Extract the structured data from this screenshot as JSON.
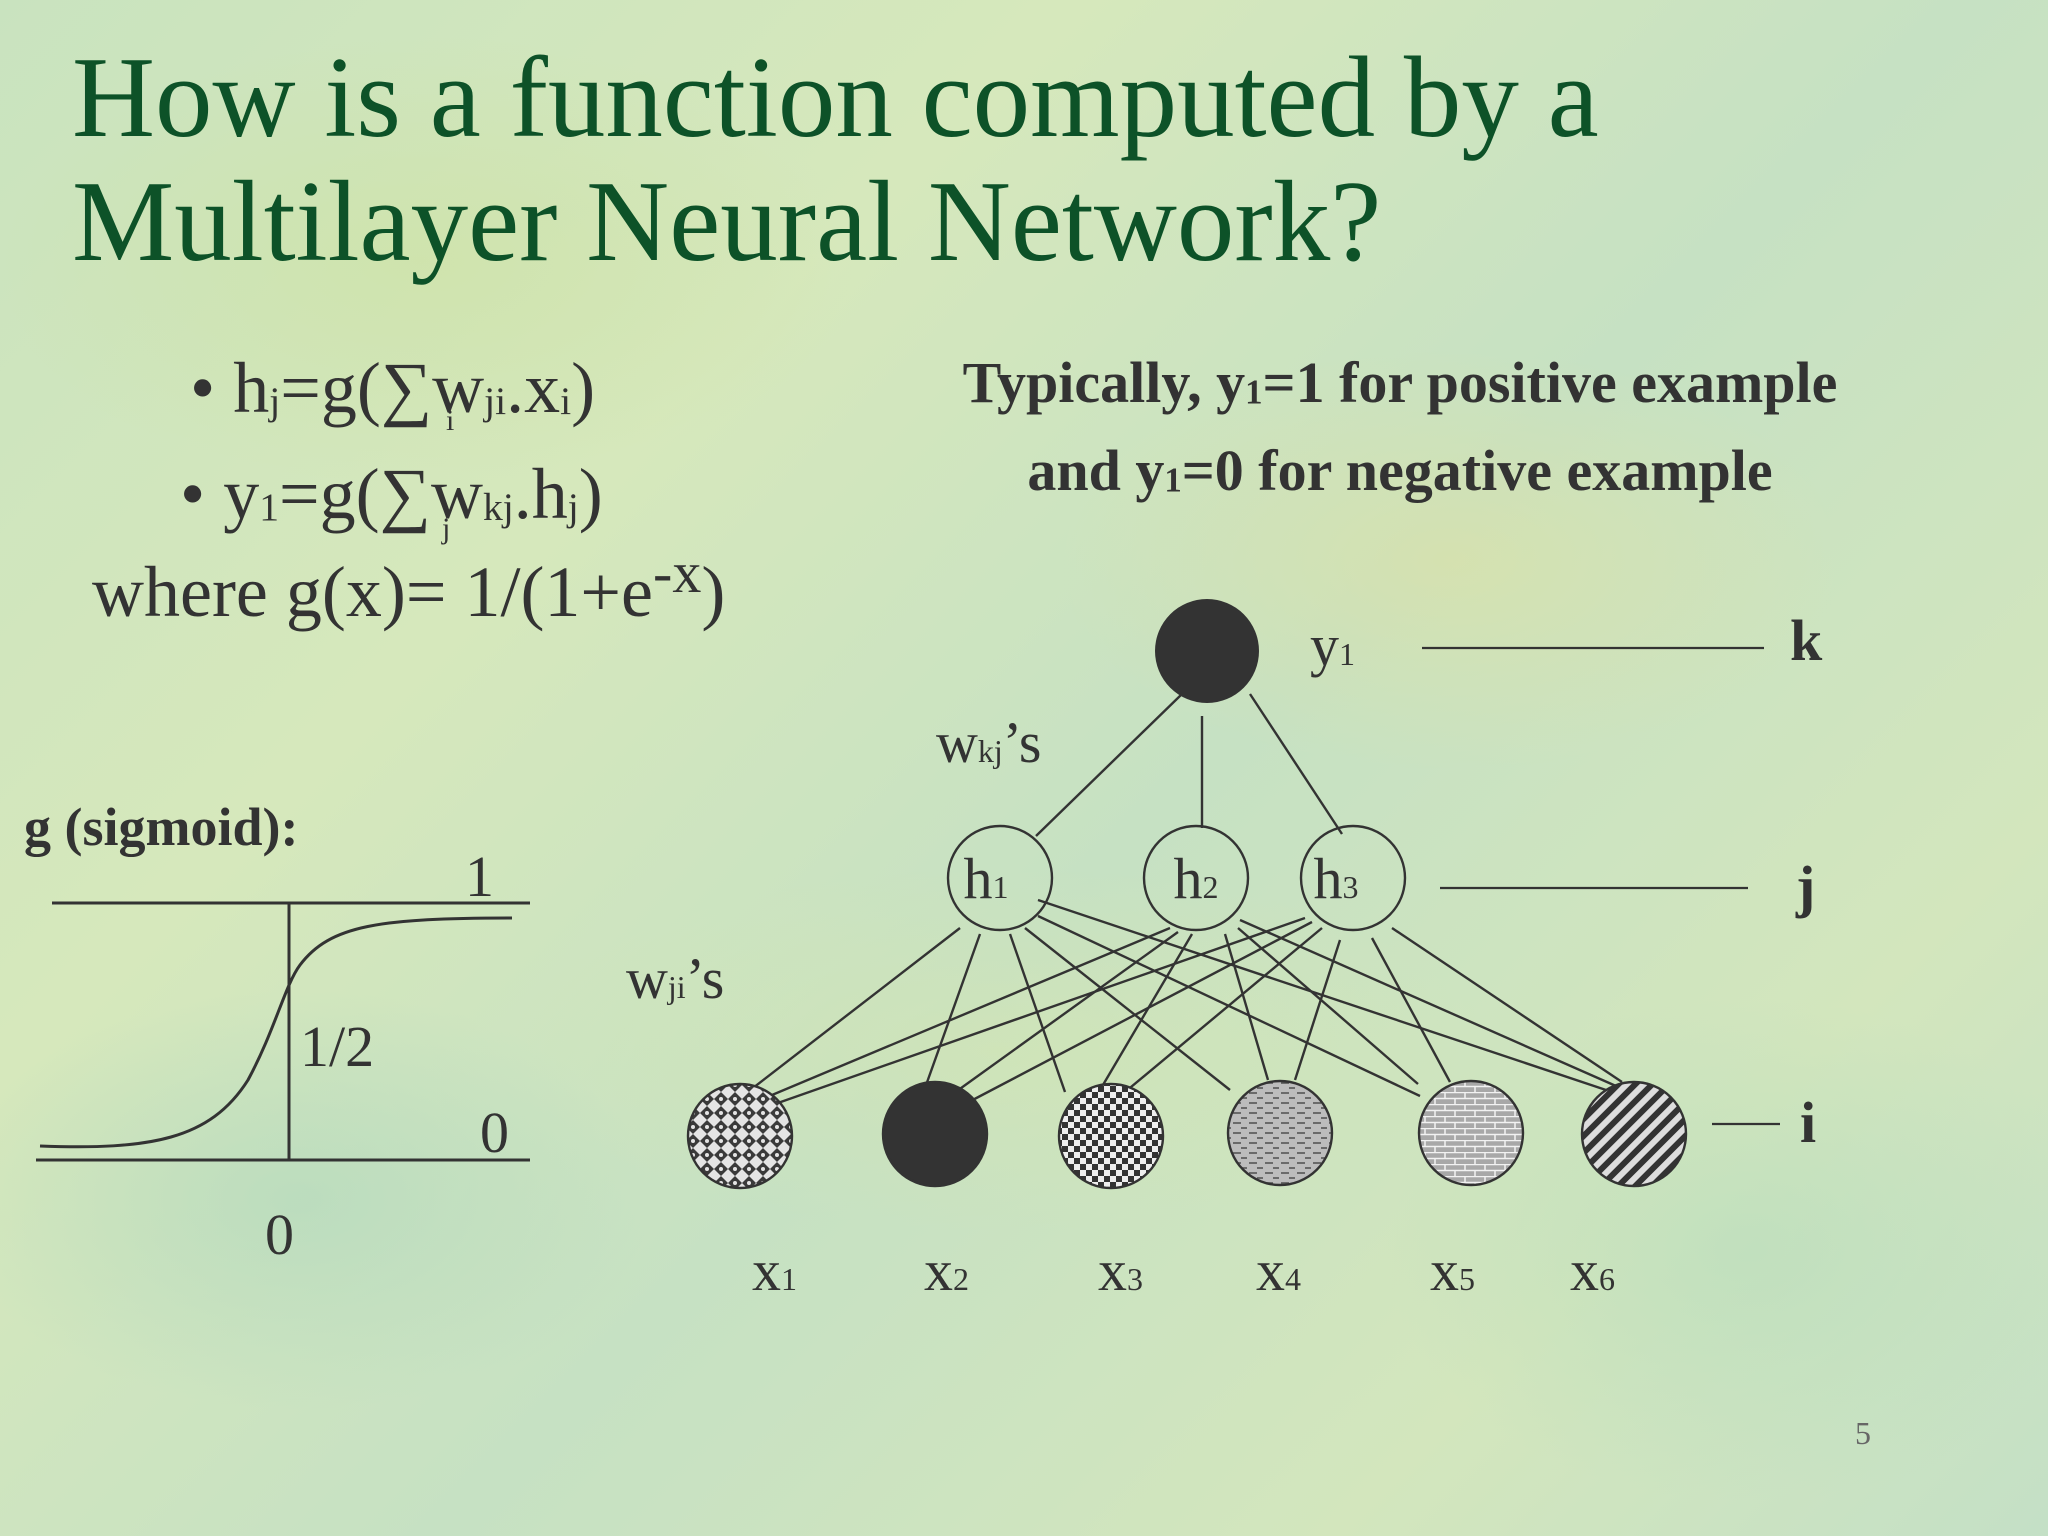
{
  "slide": {
    "title_line1": "How is a function computed by a",
    "title_line2": "Multilayer Neural Network?",
    "page_number": "5"
  },
  "formulas": {
    "f1": {
      "bullet": "•",
      "a": "h",
      "a_sub": "j",
      "b": "=g(",
      "sigma": "∑",
      "c": "w",
      "c_sub": "ji",
      "d": ".x",
      "d_sub": "i",
      "e": ")",
      "index": "i"
    },
    "f2": {
      "bullet": "•",
      "a": "y",
      "a_sub": "1",
      "b": "=g(",
      "sigma": "∑",
      "c": "w",
      "c_sub": "kj",
      "d": ".h",
      "d_sub": "j",
      "e": ")",
      "index": "j"
    },
    "f3": {
      "text": "where g(x)= 1/(1+e",
      "sup": "-x",
      "close": ")"
    }
  },
  "note": {
    "l1_a": "Typically, y",
    "l1_sub": "1",
    "l1_b": "=1 for positive example",
    "l2_a": "and y",
    "l2_sub": "1",
    "l2_b": "=0 for negative example"
  },
  "sigmoid": {
    "label": "g (sigmoid):",
    "one": "1",
    "half": "1/2",
    "zero_y": "0",
    "zero_x": "0"
  },
  "network": {
    "output": {
      "name": "y",
      "sub": "1",
      "layer": "k"
    },
    "hidden": [
      {
        "name": "h",
        "sub": "1"
      },
      {
        "name": "h",
        "sub": "2"
      },
      {
        "name": "h",
        "sub": "3"
      }
    ],
    "hidden_layer": "j",
    "inputs": [
      {
        "name": "x",
        "sub": "1",
        "pattern": "diamond-check"
      },
      {
        "name": "x",
        "sub": "2",
        "pattern": "solid"
      },
      {
        "name": "x",
        "sub": "3",
        "pattern": "checker"
      },
      {
        "name": "x",
        "sub": "4",
        "pattern": "dashes"
      },
      {
        "name": "x",
        "sub": "5",
        "pattern": "brick"
      },
      {
        "name": "x",
        "sub": "6",
        "pattern": "diagonal"
      }
    ],
    "input_layer": "i",
    "wkj_label": {
      "w": "w",
      "sub": "kj",
      "suffix": "’s"
    },
    "wji_label": {
      "w": "w",
      "sub": "ji",
      "suffix": "’s"
    },
    "colors": {
      "node_dark": "#333333",
      "line": "#333333"
    }
  }
}
